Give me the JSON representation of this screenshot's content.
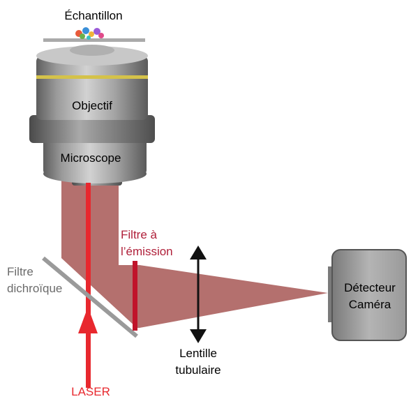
{
  "labels": {
    "sample": "Échantillon",
    "objective": "Objectif",
    "microscope": "Microscope",
    "emission_filter_line1": "Filtre à",
    "emission_filter_line2": "l’émission",
    "dichroic_line1": "Filtre",
    "dichroic_line2": "dichroïque",
    "detector_line1": "Détecteur",
    "detector_line2": "Caméra",
    "tube_lens_line1": "Lentille",
    "tube_lens_line2": "tubulaire",
    "laser": "LASER"
  },
  "colors": {
    "emission_beam": "#a4504e",
    "laser": "#e8282e",
    "emission_filter": "#c0142a",
    "emission_label": "#b0203a",
    "objective_body": "#8e8e8e",
    "objective_ring": "#d4c24a",
    "dichroic": "#9a9a9a",
    "camera_body": "#8c8c8c"
  }
}
